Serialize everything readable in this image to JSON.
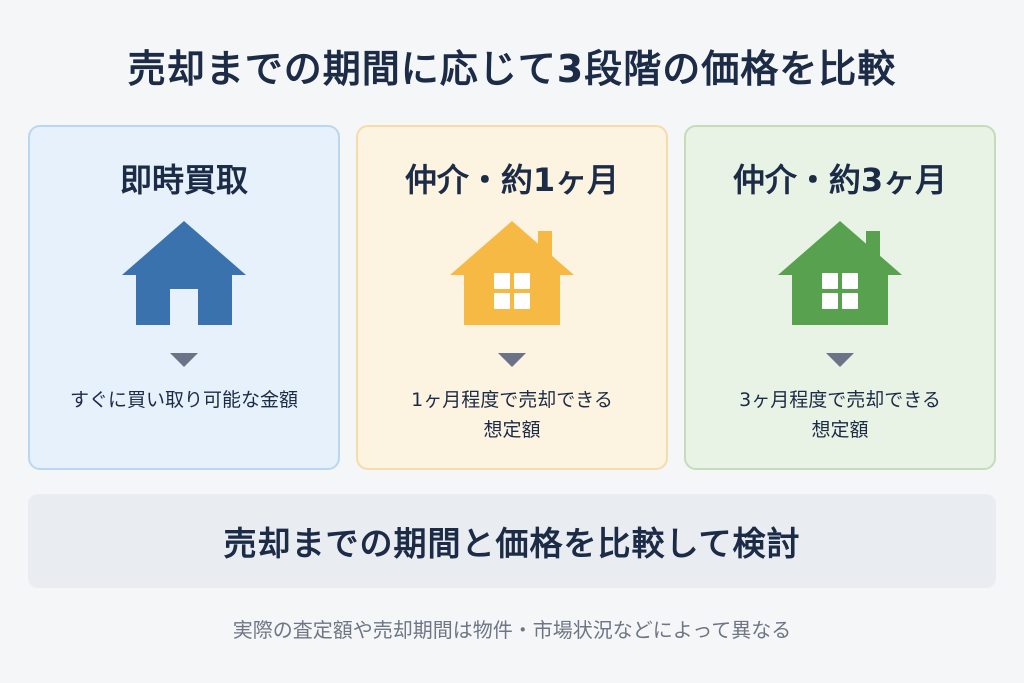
{
  "title": "売却までの期間に応じて3段階の価格を比較",
  "cards": [
    {
      "title": "即時買取",
      "desc_lines": [
        "すぐに買い取り可能な金額"
      ],
      "icon": "house-icon",
      "colors": {
        "bg": "#e7f1fc",
        "border": "#b9d6f2",
        "icon": "#3a72ad",
        "arrow": "#6a7486"
      }
    },
    {
      "title": "仲介・約1ヶ月",
      "desc_lines": [
        "1ヶ月程度で売却できる",
        "想定額"
      ],
      "icon": "house-with-chimney-icon",
      "colors": {
        "bg": "#fdf3e1",
        "border": "#f6dcaa",
        "icon": "#f5b944",
        "arrow": "#6a7486"
      }
    },
    {
      "title": "仲介・約3ヶ月",
      "desc_lines": [
        "3ヶ月程度で売却できる",
        "想定額"
      ],
      "icon": "house-with-chimney-icon",
      "colors": {
        "bg": "#e8f3e5",
        "border": "#c3ddbb",
        "icon": "#58a14f",
        "arrow": "#6a7486"
      }
    }
  ],
  "conclusion": "売却までの期間と価格を比較して検討",
  "footnote": "実際の査定額や売却期間は物件・市場状況などによって異なる"
}
